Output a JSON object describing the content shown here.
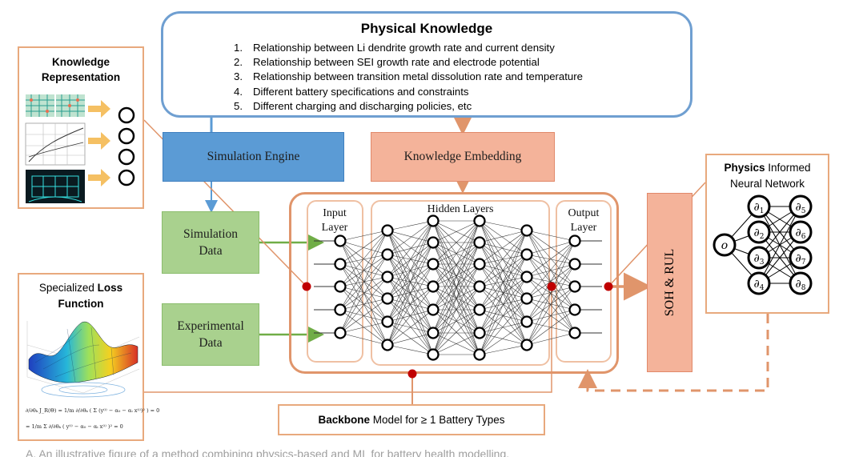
{
  "physical_knowledge": {
    "title": "Physical Knowledge",
    "items": [
      {
        "num": "1.",
        "text": "Relationship between Li dendrite growth rate and current density"
      },
      {
        "num": "2.",
        "text": "Relationship between SEI growth rate and electrode potential"
      },
      {
        "num": "3.",
        "text": "Relationship between transition metal dissolution rate and temperature"
      },
      {
        "num": "4.",
        "text": "Different battery specifications and constraints"
      },
      {
        "num": "5.",
        "text": "Different charging and discharging policies, etc"
      }
    ]
  },
  "simulation_engine": "Simulation  Engine",
  "knowledge_embedding": "Knowledge  Embedding",
  "simulation_data": {
    "line1": "Simulation",
    "line2": "Data"
  },
  "experimental_data": {
    "line1": "Experimental",
    "line2": "Data"
  },
  "knowledge_representation": {
    "line1": "Knowledge",
    "line2": "Representation"
  },
  "loss_function": {
    "line1": "Specialized ",
    "line1_bold": "Loss",
    "line2_bold": "Function"
  },
  "input_layer": {
    "line1": "Input",
    "line2": "Layer"
  },
  "hidden_layers": "Hidden Layers",
  "output_layer": {
    "line1": "Output",
    "line2": "Layer"
  },
  "soh_rul": "SOH & RUL",
  "pinn": {
    "bold": "Physics",
    "rest": " Informed",
    "line2": "Neural Network",
    "input_node": "o",
    "nodes_left": [
      "∂1",
      "∂2",
      "∂3",
      "∂4"
    ],
    "nodes_right": [
      "∂5",
      "∂6",
      "∂7",
      "∂8"
    ]
  },
  "backbone": {
    "bold": "Backbone",
    "rest": " Model for ≥ 1 Battery Types"
  },
  "loss_equations": {
    "eq1": "∂/∂θₖ J_R(Θ) = 1/m ∂/∂θₖ ( Σ (y⁽ⁱ⁾ − α₀ − αᵢ x⁽ⁱ⁾)² ) = 0",
    "eq2": "= 1/m Σ ∂/∂θₖ ( y⁽ⁱ⁾ − α₀ − αᵢ x⁽ⁱ⁾ )² = 0"
  },
  "caption_fragment": "A. An illustrative figure of a method combining physics-based and ML for battery health modelling.",
  "colors": {
    "blue_border": "#6f9fd1",
    "engine_blue": "#5b9bd5",
    "salmon": "#f4b39a",
    "green": "#a9d18e",
    "orange_line": "#e0956b",
    "node_red": "#c00000"
  }
}
